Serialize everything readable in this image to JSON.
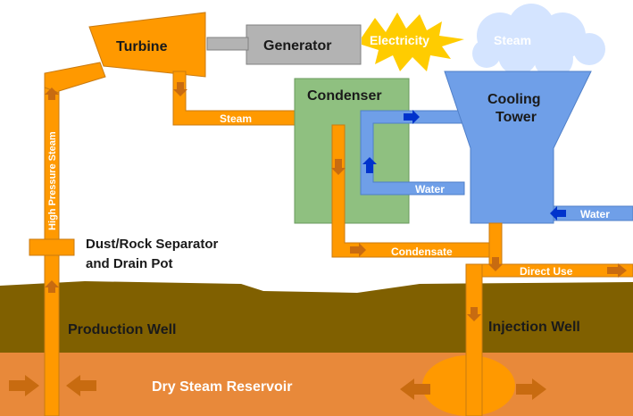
{
  "labels": {
    "turbine": "Turbine",
    "generator": "Generator",
    "electricity": "Electricity",
    "steam_cloud": "Steam",
    "condenser": "Condenser",
    "cooling_tower_line1": "Cooling",
    "cooling_tower_line2": "Tower",
    "steam_pipe": "Steam",
    "water_loop": "Water",
    "water_in": "Water",
    "high_pressure_steam": "High Pressure Steam",
    "separator_line1": "Dust/Rock Separator",
    "separator_line2": "and Drain Pot",
    "condensate": "Condensate",
    "direct_use": "Direct Use",
    "production_well": "Production Well",
    "injection_well": "Injection Well",
    "reservoir": "Dry Steam Reservoir"
  },
  "colors": {
    "sky": "#ffffff",
    "ground": "#806000",
    "reservoir": "#e8893a",
    "hot_zone": "#ff9900",
    "pipe": "#ff9900",
    "turbine": "#ff9900",
    "generator": "#b3b3b3",
    "electricity": "#ffcc00",
    "steam_cloud": "#d4e4ff",
    "condenser": "#8fc080",
    "cooling_tower": "#6f9fe8",
    "water_pipe": "#6f9fe8",
    "arrow_orange": "#c86b10",
    "arrow_blue": "#0033cc",
    "label_white": "#ffffff",
    "label_dark": "#1a1a1a"
  }
}
